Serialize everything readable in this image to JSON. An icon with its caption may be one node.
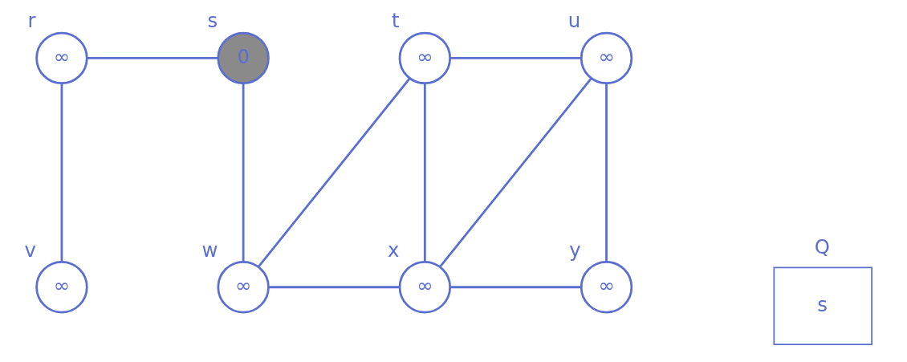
{
  "diagram": {
    "nodes": [
      {
        "text": [
          "∞"
        ],
        "beside": [
          "r"
        ]
      },
      {
        "text": [
          "0"
        ],
        "beside": [
          "s"
        ]
      },
      {
        "text": [
          "∞"
        ],
        "beside": [
          "t"
        ]
      },
      {
        "text": [
          "∞"
        ],
        "beside": [
          "u"
        ]
      },
      {
        "text": [
          "∞"
        ],
        "beside": [
          "v"
        ]
      },
      {
        "text": [
          "∞"
        ],
        "beside": [
          "w"
        ]
      },
      {
        "text": [
          "∞"
        ],
        "beside": [
          "x"
        ]
      },
      {
        "text": [
          "∞"
        ],
        "beside": [
          "y"
        ]
      },
      {
        "text": [
          "Q",
          "s"
        ]
      }
    ],
    "edges": [
      {
        "from": 0,
        "to": 1,
        "arrow": "none"
      },
      {
        "from": 0,
        "to": 4,
        "arrow": "none"
      },
      {
        "from": 1,
        "to": 5,
        "arrow": "none"
      },
      {
        "from": 5,
        "to": 2,
        "arrow": "none"
      },
      {
        "from": 5,
        "to": 6,
        "arrow": "none"
      },
      {
        "from": 2,
        "to": 6,
        "arrow": "none"
      },
      {
        "from": 2,
        "to": 3,
        "arrow": "none"
      },
      {
        "from": 6,
        "to": 3,
        "arrow": "none"
      },
      {
        "from": 3,
        "to": 7,
        "arrow": "none"
      },
      {
        "from": 6,
        "to": 7,
        "arrow": "none"
      }
    ]
  }
}
